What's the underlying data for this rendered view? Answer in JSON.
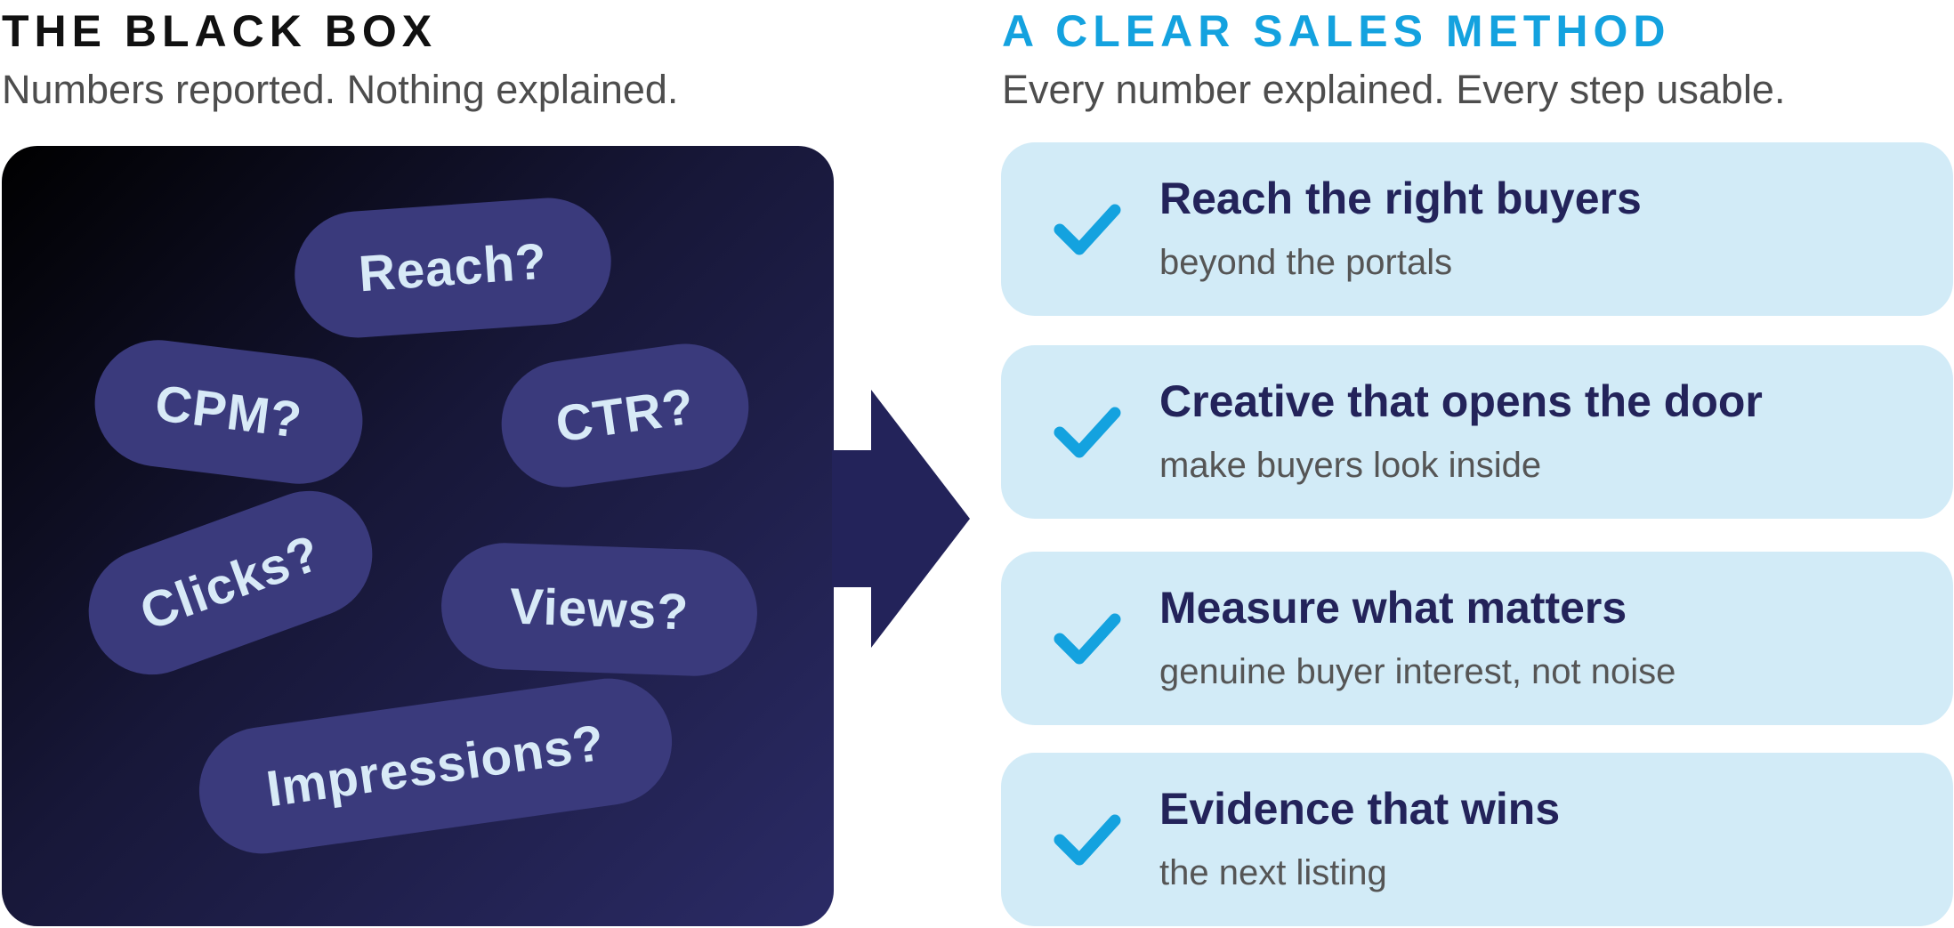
{
  "left": {
    "heading": "THE BLACK BOX",
    "subheading": "Numbers reported. Nothing explained.",
    "pills": [
      "Reach?",
      "CPM?",
      "CTR?",
      "Clicks?",
      "Views?",
      "Impressions?"
    ]
  },
  "right": {
    "heading": "A CLEAR SALES METHOD",
    "subheading": "Every number explained. Every step usable.",
    "steps": [
      {
        "title": "Reach the right buyers",
        "subtitle": "beyond the portals"
      },
      {
        "title": "Creative that opens the door",
        "subtitle": "make buyers look inside"
      },
      {
        "title": "Measure what matters",
        "subtitle": "genuine buyer interest, not noise"
      },
      {
        "title": "Evidence that wins",
        "subtitle": "the next listing"
      }
    ]
  },
  "colors": {
    "accent": "#14a2df",
    "navy": "#23235a",
    "card": "#d2ebf7",
    "pill": "#3a3a7c",
    "check": "#14a2df"
  },
  "icons": {
    "step": "check-icon",
    "transition": "arrow-right-icon"
  }
}
